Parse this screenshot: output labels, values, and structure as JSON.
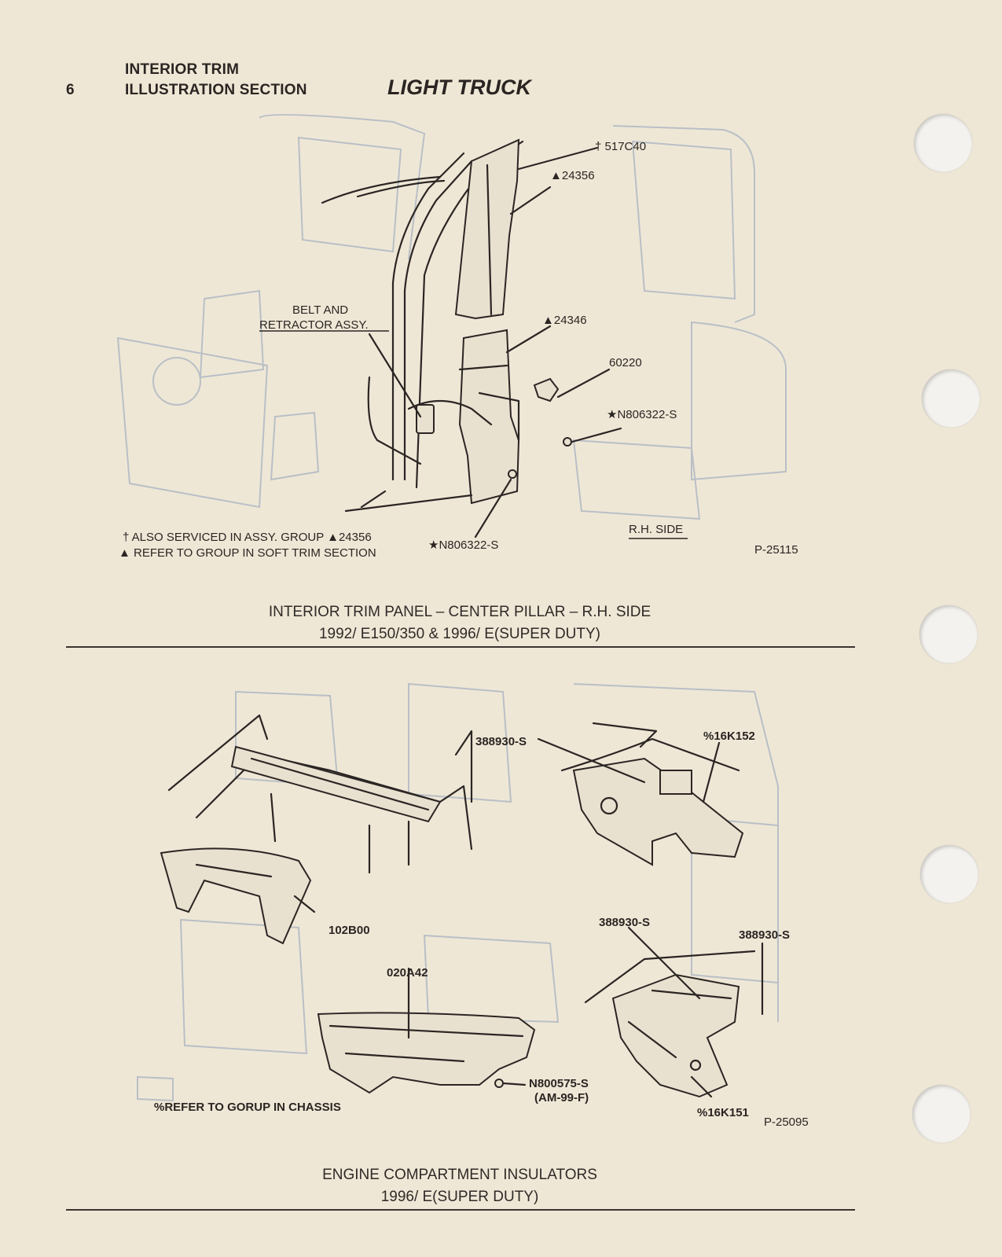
{
  "header": {
    "page_number": "6",
    "section_line1": "INTERIOR TRIM",
    "section_line2": "ILLUSTRATION SECTION",
    "title": "LIGHT TRUCK"
  },
  "figure1": {
    "labels": {
      "part_517c40": "† 517C40",
      "part_24356": "▲24356",
      "part_24346": "▲24346",
      "part_60220": "60220",
      "part_n806322_right": "★N806322-S",
      "part_n806322_bottom": "★N806322-S",
      "belt_line1": "BELT AND",
      "belt_line2": "RETRACTOR ASSY.",
      "side": "R.H. SIDE",
      "ref_code": "P-25115",
      "note1": "† ALSO SERVICED IN ASSY. GROUP ▲24356",
      "note2": "▲ REFER TO GROUP IN SOFT TRIM SECTION"
    },
    "caption_line1": "INTERIOR TRIM PANEL – CENTER PILLAR – R.H. SIDE",
    "caption_line2": "1992/ E150/350 & 1996/ E(SUPER DUTY)"
  },
  "figure2": {
    "labels": {
      "part_388930_top": "388930-S",
      "part_16k152": "%16K152",
      "part_102b00": "102B00",
      "part_020a42": "020A42",
      "part_388930_mid": "388930-S",
      "part_388930_right": "388930-S",
      "part_n800575_line1": "N800575-S",
      "part_n800575_line2": "(AM-99-F)",
      "part_16k151": "%16K151",
      "note": "%REFER TO GORUP IN CHASSIS",
      "ref_code": "P-25095"
    },
    "caption_line1": "ENGINE COMPARTMENT INSULATORS",
    "caption_line2": "1996/ E(SUPER DUTY)"
  }
}
